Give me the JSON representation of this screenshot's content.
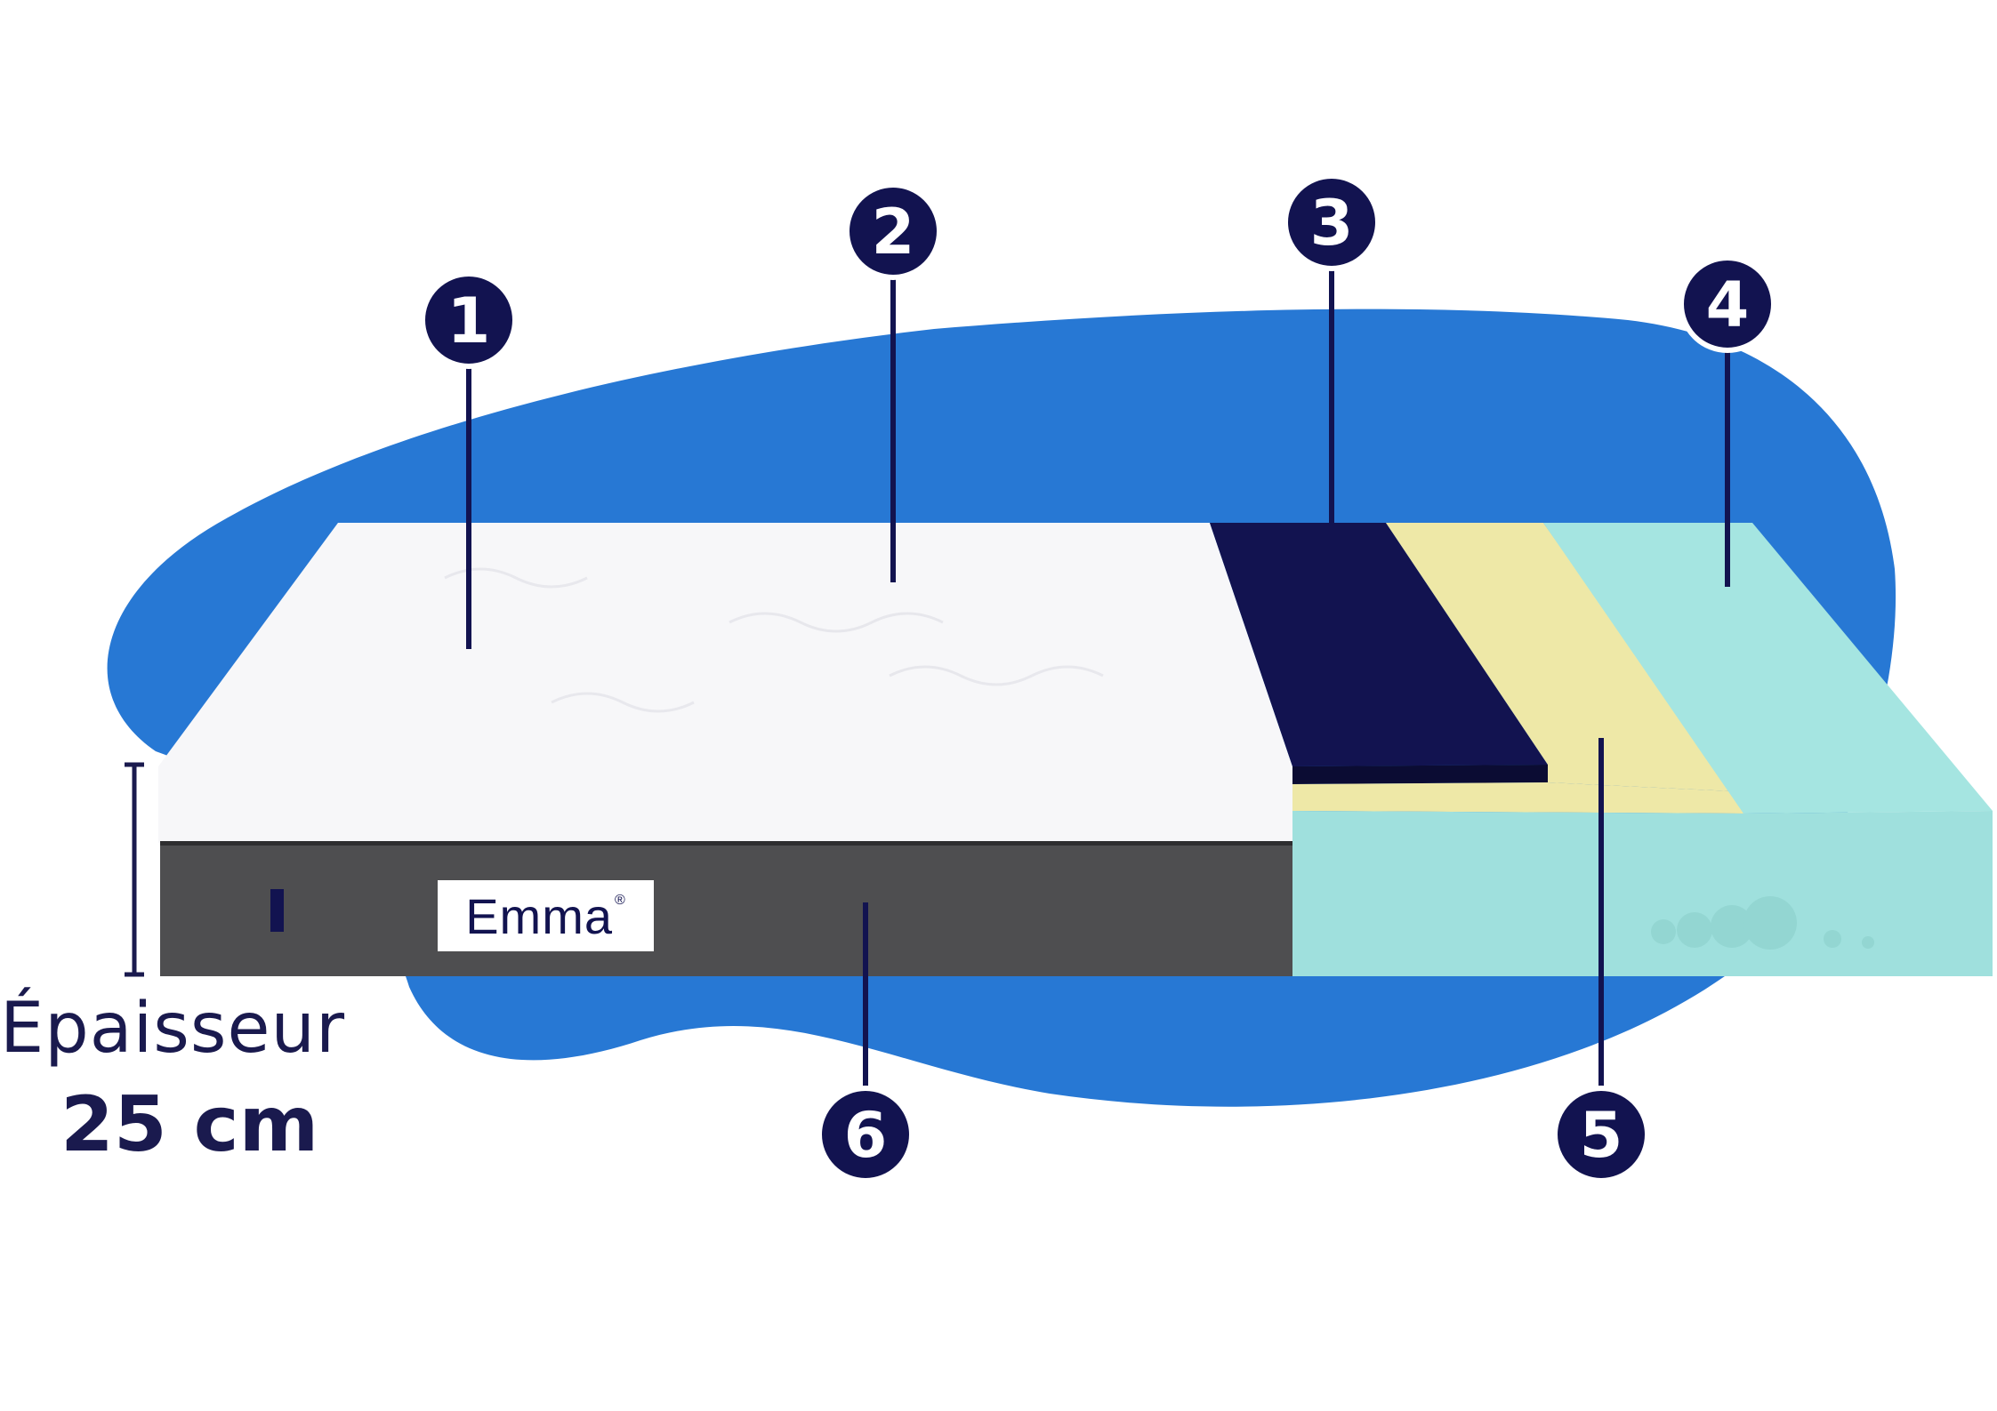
{
  "colors": {
    "blob": "#2778D4",
    "navy": "#121350",
    "white_layer": "#F7F7F9",
    "cover_grey": "#4E4E50",
    "yellow_layer": "#EEE8A7",
    "mint_layer": "#A5E5E1",
    "mint_front": "#9FE0DD",
    "label_text": "#1A1A4E"
  },
  "markers": [
    {
      "label": "1",
      "layer_color": "white_layer"
    },
    {
      "label": "2",
      "layer_color": "white_layer"
    },
    {
      "label": "3",
      "layer_color": "navy"
    },
    {
      "label": "4",
      "layer_color": "mint_layer"
    },
    {
      "label": "5",
      "layer_color": "yellow_layer"
    },
    {
      "label": "6",
      "layer_color": "cover_grey"
    }
  ],
  "brand": {
    "name": "Emma",
    "mark": "®"
  },
  "thickness": {
    "label": "Épaisseur",
    "value": "25 cm"
  }
}
